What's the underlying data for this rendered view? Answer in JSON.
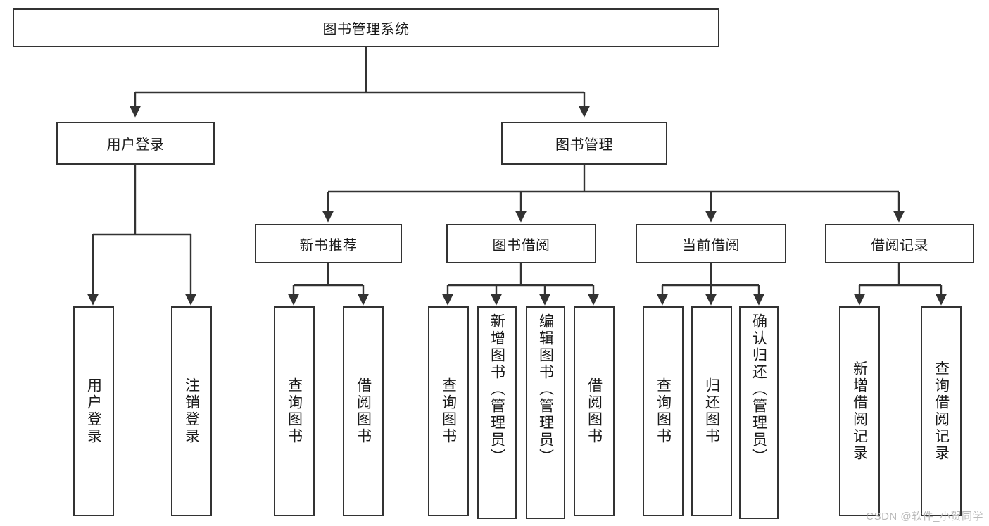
{
  "diagram": {
    "title": "图书管理系统",
    "type": "hierarchy-tree",
    "watermark": "CSDN @软件_小贺同学",
    "colors": {
      "stroke": "#333333",
      "fill": "#ffffff",
      "text": "#1a1a1a",
      "watermark": "#b9b9b9"
    },
    "nodes": {
      "root": {
        "label": "图书管理系统",
        "orientation": "horizontal"
      },
      "l2": [
        {
          "label": "用户登录",
          "orientation": "horizontal"
        },
        {
          "label": "图书管理",
          "orientation": "horizontal"
        }
      ],
      "l3": [
        {
          "label": "新书推荐",
          "orientation": "horizontal"
        },
        {
          "label": "图书借阅",
          "orientation": "horizontal"
        },
        {
          "label": "当前借阅",
          "orientation": "horizontal"
        },
        {
          "label": "借阅记录",
          "orientation": "horizontal"
        }
      ],
      "leaves_user_login": [
        {
          "label": "用户登录",
          "orientation": "vertical"
        },
        {
          "label": "注销登录",
          "orientation": "vertical"
        }
      ],
      "leaves_new_book": [
        {
          "label": "查询图书",
          "orientation": "vertical"
        },
        {
          "label": "借阅图书",
          "orientation": "vertical"
        }
      ],
      "leaves_borrow": [
        {
          "label": "查询图书",
          "orientation": "vertical"
        },
        {
          "label": "新增图书（管理员）",
          "orientation": "vertical"
        },
        {
          "label": "编辑图书（管理员）",
          "orientation": "vertical"
        },
        {
          "label": "借阅图书",
          "orientation": "vertical"
        }
      ],
      "leaves_current": [
        {
          "label": "查询图书",
          "orientation": "vertical"
        },
        {
          "label": "归还图书",
          "orientation": "vertical"
        },
        {
          "label": "确认归还（管理员）",
          "orientation": "vertical"
        }
      ],
      "leaves_record": [
        {
          "label": "新增借阅记录",
          "orientation": "vertical"
        },
        {
          "label": "查询借阅记录",
          "orientation": "vertical"
        }
      ]
    }
  }
}
